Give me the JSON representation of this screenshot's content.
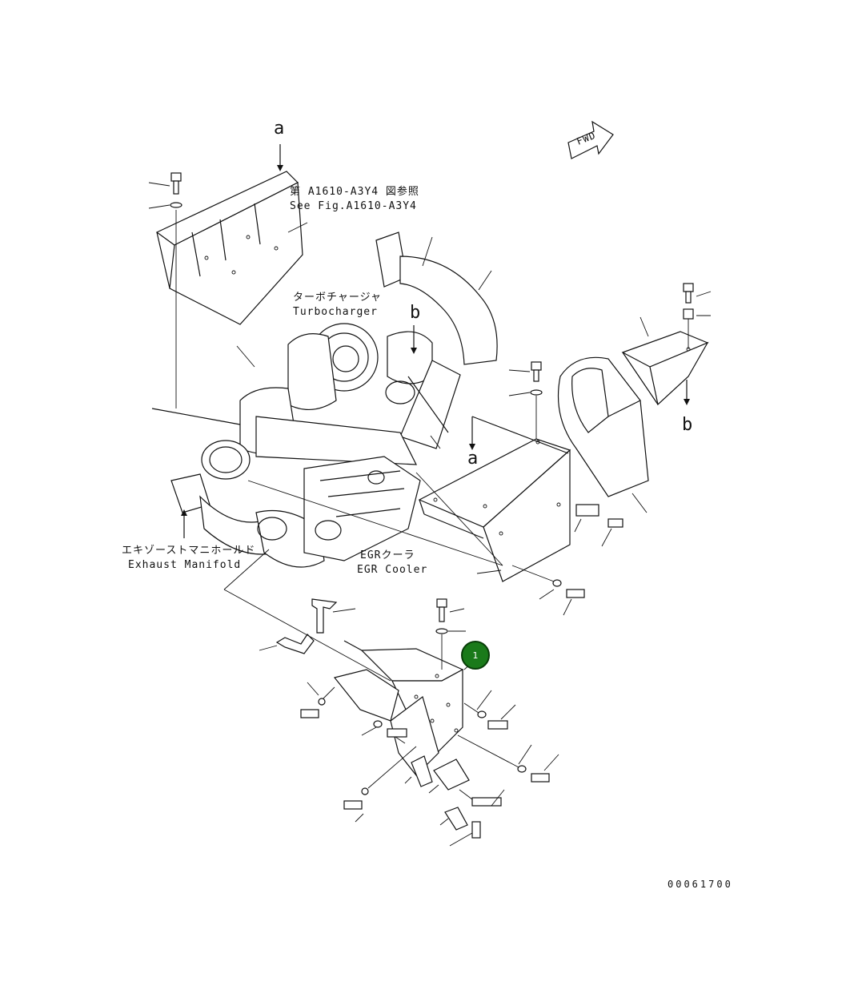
{
  "labels": {
    "ref_ja": "第 A1610-A3Y4 図参照",
    "ref_en": "See Fig.A1610-A3Y4",
    "turbo_ja": "ターボチャージャ",
    "turbo_en": "Turbocharger",
    "exhaust_ja": "エキゾーストマニホールド",
    "exhaust_en": "Exhaust Manifold",
    "egr_ja": "EGRクーラ",
    "egr_en": "EGR Cooler",
    "fwd": "FWD",
    "drawing_no": "00061700"
  },
  "markers": {
    "a_top": "a",
    "a_mid": "a",
    "b_left": "b",
    "b_right": "b"
  },
  "callout": {
    "number": "1",
    "color": "#1a7a1a"
  }
}
